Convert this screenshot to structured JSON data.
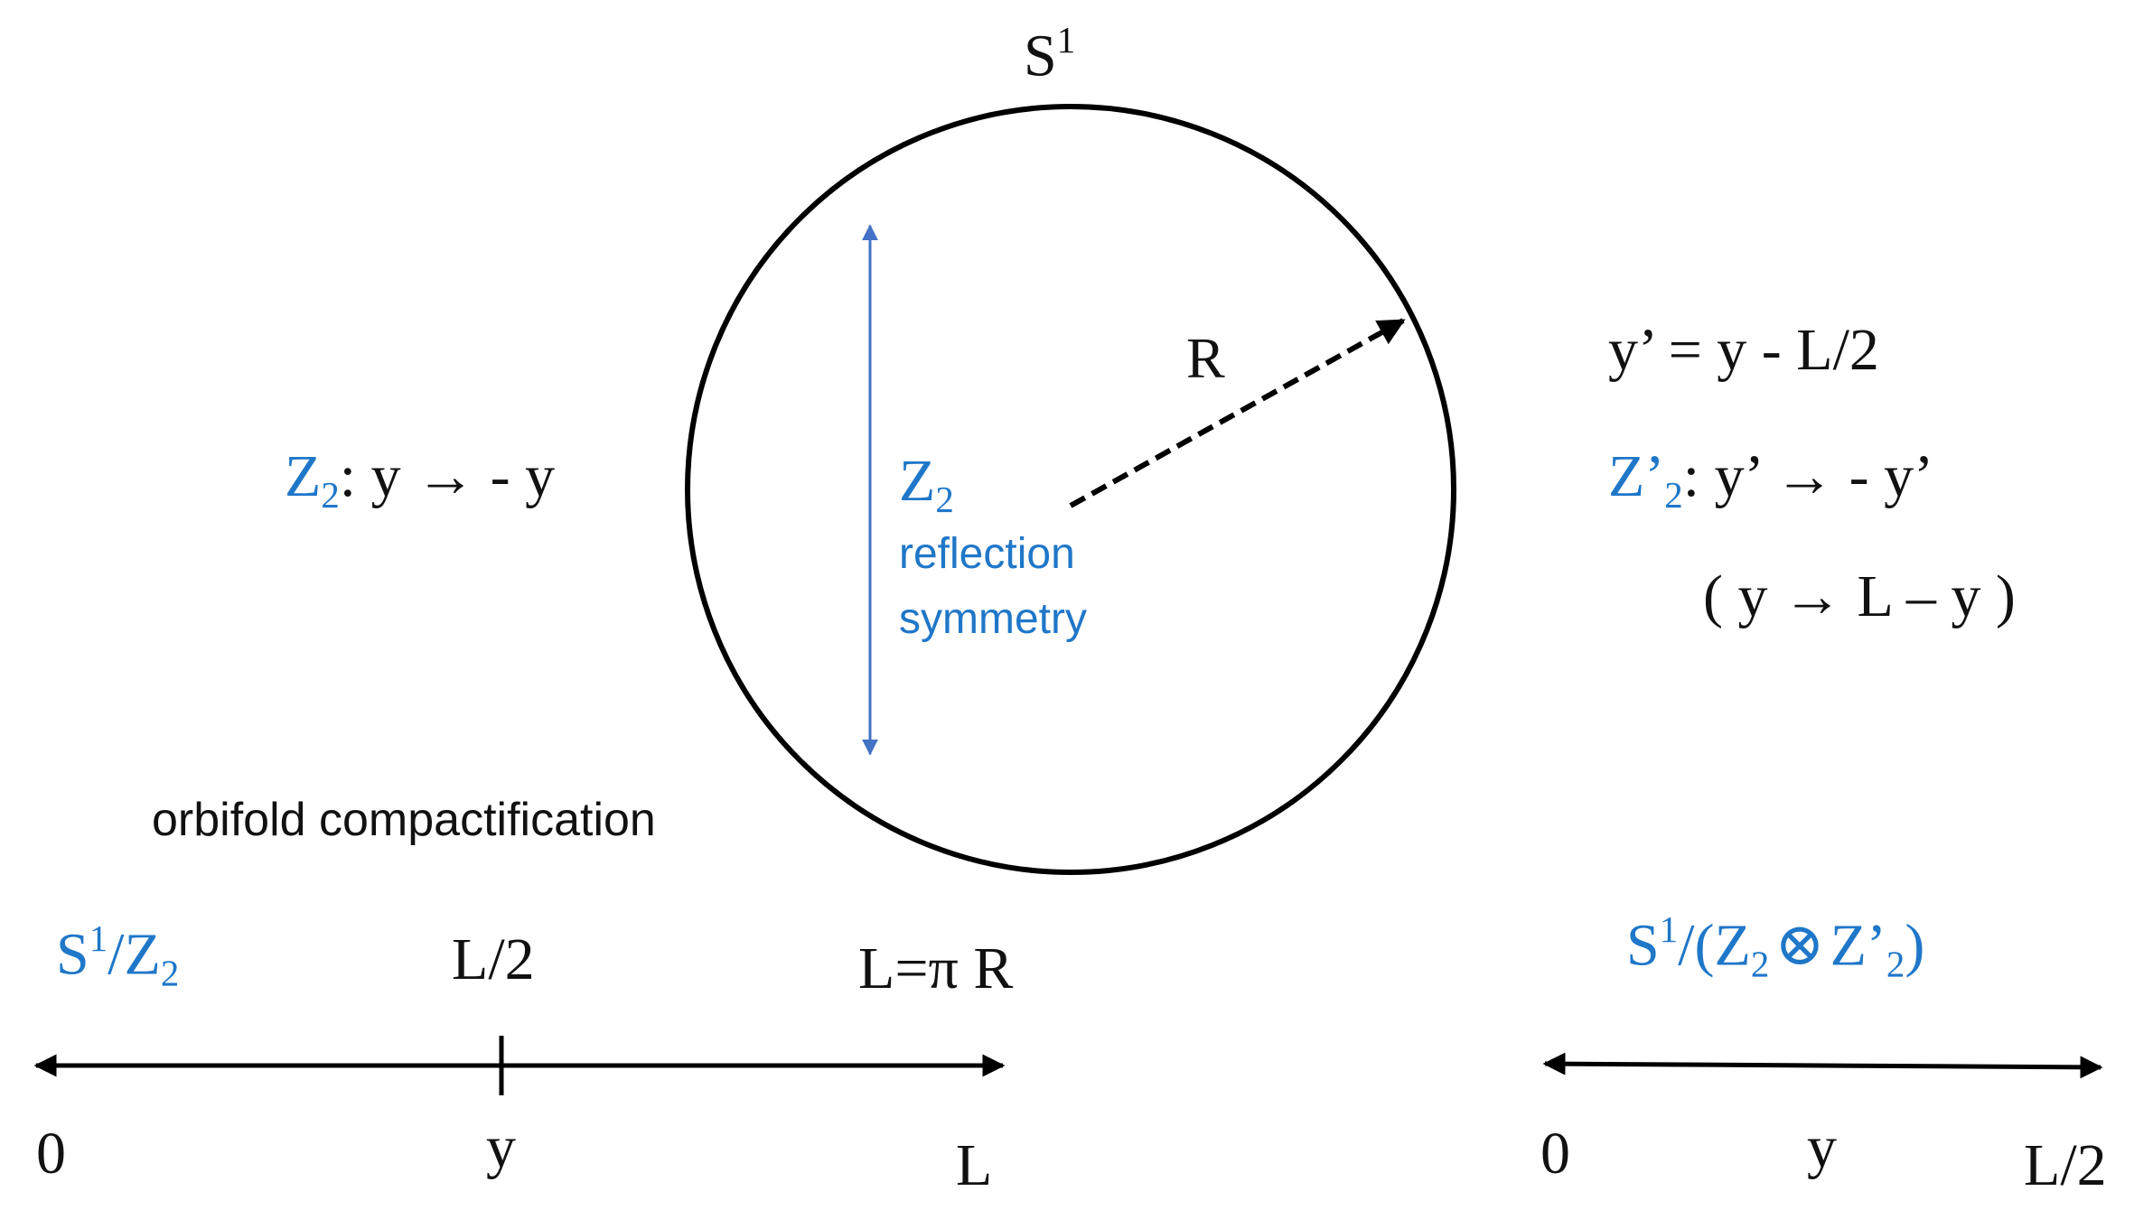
{
  "colors": {
    "accent_blue": "#1f77c8",
    "arrow_blue": "#4472c4",
    "ink": "#000000"
  },
  "circle": {
    "top_label": {
      "base": "S",
      "sup": "1"
    },
    "radius_label": "R"
  },
  "center": {
    "z2": {
      "base": "Z",
      "sub": "2"
    },
    "line1": "reflection",
    "line2": "symmetry"
  },
  "left_symmetry": {
    "z": "Z",
    "sub": "2",
    "rest": ":  y → - y"
  },
  "right_side": {
    "shift_eq": "y’ = y  - L/2",
    "z": "Z’",
    "sub": "2",
    "rest": ":  y’ →  - y’",
    "paren": "( y → L – y )"
  },
  "orbifold_label": "orbifold compactification",
  "left_line": {
    "title": {
      "s": "S",
      "sup": "1",
      "mid": "/Z",
      "sub": "2"
    },
    "half_label": "L/2",
    "end_label": "L=π R",
    "ticks": [
      "0",
      "y",
      "L"
    ]
  },
  "right_line": {
    "title": {
      "s": "S",
      "sup": "1",
      "a": "/(Z",
      "sub1": "2",
      "otimes": "⊗",
      "z": "Z’",
      "sub2": "2",
      "close": ")"
    },
    "ticks": [
      "0",
      "y",
      "L/2"
    ]
  }
}
